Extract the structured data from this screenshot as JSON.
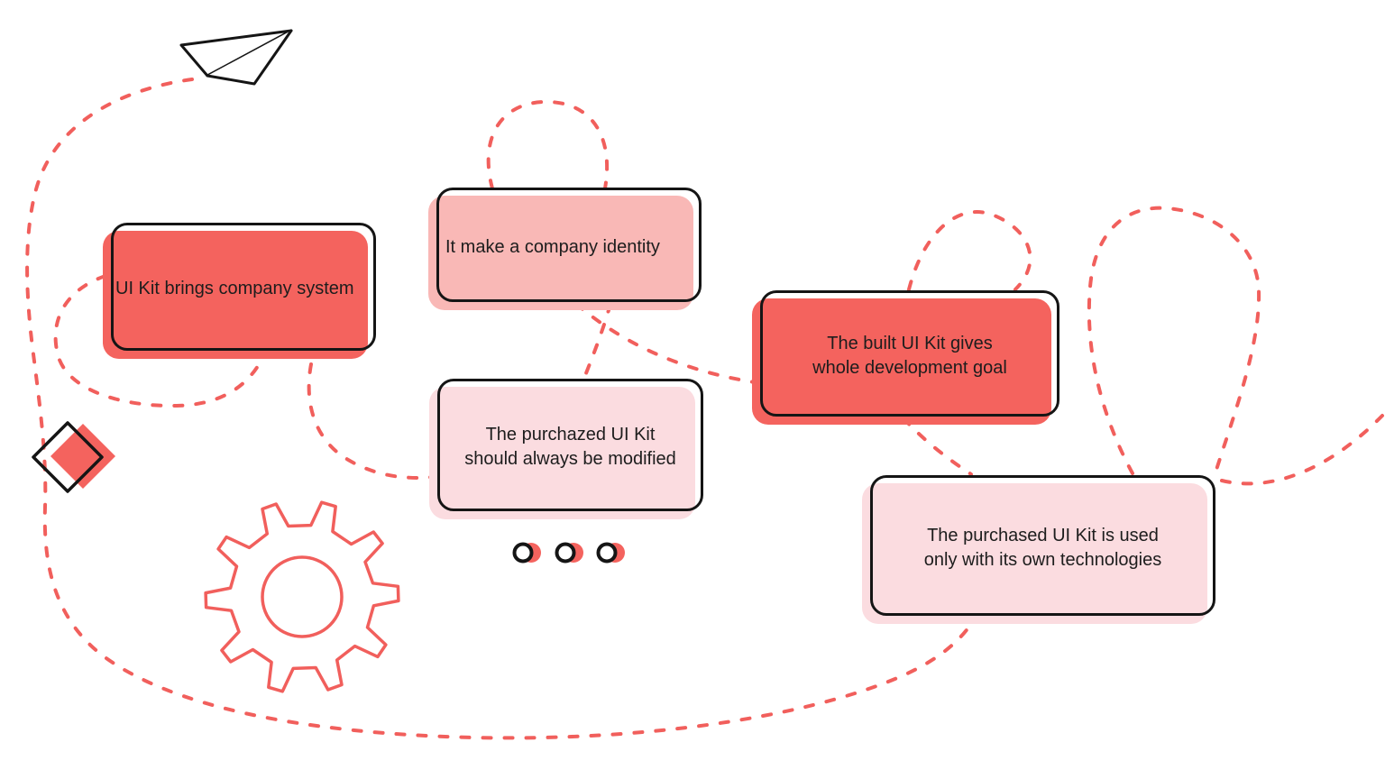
{
  "colors": {
    "red": "#f4635e",
    "pink": "#f9b8b6",
    "lightpink": "#fbdce0",
    "coral": "#f15f5c",
    "outline": "#151515"
  },
  "cards": [
    {
      "name": "company-system",
      "text": "UI Kit brings company system"
    },
    {
      "name": "company-identity",
      "text": "It make a company identity"
    },
    {
      "name": "development-goal",
      "text": "The built UI Kit gives\nwhole development goal"
    },
    {
      "name": "always-modified",
      "text": "The purchazed UI Kit\nshould always be modified"
    },
    {
      "name": "own-technologies",
      "text": "The purchased UI Kit is used\nonly with its own technologies"
    }
  ],
  "decorations": {
    "icons": [
      "paper-plane-icon",
      "gear-icon",
      "diamond-icon",
      "progress-dots"
    ],
    "dots_count": 3
  }
}
